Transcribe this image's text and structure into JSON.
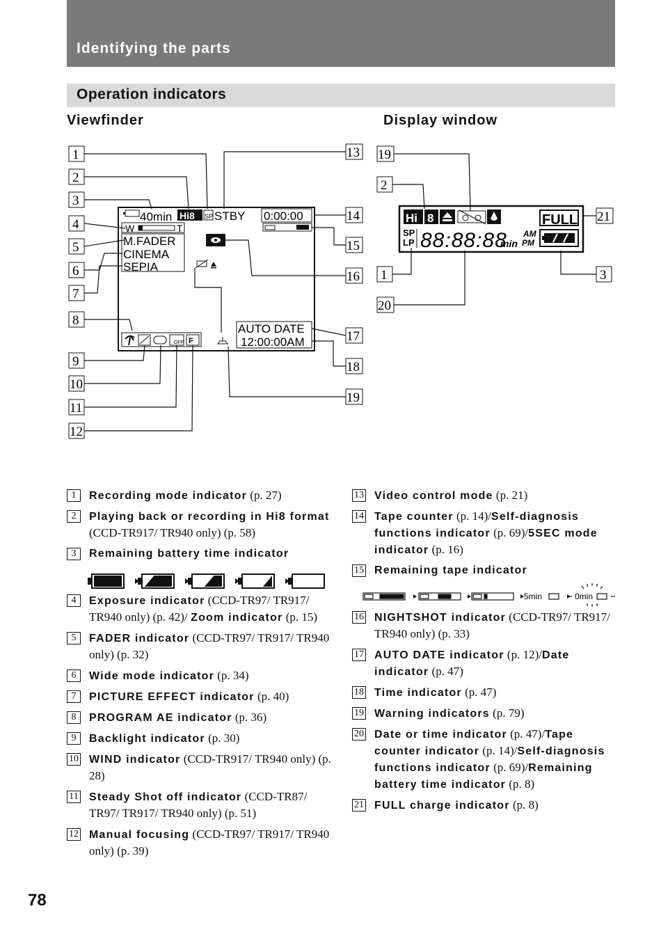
{
  "header": {
    "title": "Identifying the parts"
  },
  "section": {
    "title": "Operation indicators"
  },
  "columns": {
    "viewfinder": "Viewfinder",
    "display_window": "Display window"
  },
  "viewfinder_screen": {
    "battery_time": "40min",
    "format": "Hi8",
    "sp": "SP",
    "standby": "STBY",
    "counter": "0:00:00",
    "zoom_w": "W",
    "zoom_t": "T",
    "fader": "M.FADER",
    "wide": "CINEMA",
    "effect": "SEPIA",
    "auto_date": "AUTO DATE",
    "time": "12:00:00AM"
  },
  "display_window_screen": {
    "format": "Hi",
    "format_num": "8",
    "sp": "SP",
    "lp": "LP",
    "digits": "88:88:88",
    "min": "min",
    "am": "AM",
    "pm": "PM",
    "full": "FULL"
  },
  "callouts": {
    "vf_left": [
      "1",
      "2",
      "3",
      "4",
      "5",
      "6",
      "7",
      "8",
      "9",
      "10",
      "11",
      "12"
    ],
    "vf_right": [
      "13",
      "14",
      "15",
      "16",
      "17",
      "18",
      "19"
    ],
    "dw": [
      "19",
      "2",
      "21",
      "1",
      "3",
      "20"
    ]
  },
  "tape_indicator": {
    "five_min": "5min",
    "zero_min": "0min"
  },
  "legend_left": [
    {
      "num": "1",
      "bold": "Recording mode indicator",
      "rest": " (p. 27)"
    },
    {
      "num": "2",
      "bold": "Playing back or recording in Hi8 format",
      "rest": " (CCD-TR917/ TR940 only) (p. 58)"
    },
    {
      "num": "3",
      "bold": "Remaining battery time indicator",
      "rest": ""
    },
    {
      "num": "4",
      "bold": "Exposure indicator",
      "rest": " (CCD-TR97/ TR917/ TR940 only) (p. 42)/",
      "bold2": "Zoom indicator",
      "rest2": " (p. 15)"
    },
    {
      "num": "5",
      "bold": "FADER indicator",
      "rest": " (CCD-TR97/ TR917/ TR940 only) (p. 32)"
    },
    {
      "num": "6",
      "bold": "Wide mode indicator",
      "rest": " (p. 34)"
    },
    {
      "num": "7",
      "bold": "PICTURE EFFECT indicator",
      "rest": " (p. 40)"
    },
    {
      "num": "8",
      "bold": "PROGRAM AE indicator",
      "rest": " (p. 36)"
    },
    {
      "num": "9",
      "bold": "Backlight indicator",
      "rest": " (p. 30)"
    },
    {
      "num": "10",
      "bold": "WIND indicator",
      "rest": " (CCD-TR917/ TR940 only) (p. 28)"
    },
    {
      "num": "11",
      "bold": "Steady Shot off indicator",
      "rest": " (CCD-TR87/ TR97/ TR917/ TR940 only) (p. 51)"
    },
    {
      "num": "12",
      "bold": "Manual focusing",
      "rest": " (CCD-TR97/ TR917/ TR940 only) (p. 39)"
    }
  ],
  "legend_right": [
    {
      "num": "13",
      "bold": "Video control mode",
      "rest": " (p. 21)"
    },
    {
      "num": "14",
      "bold": "Tape counter",
      "rest": " (p. 14)/",
      "bold2": "Self-diagnosis functions indicator",
      "rest2": " (p. 69)/",
      "bold3": "5SEC mode indicator",
      "rest3": " (p. 16)"
    },
    {
      "num": "15",
      "bold": "Remaining tape indicator",
      "rest": ""
    },
    {
      "num": "16",
      "bold": "NIGHTSHOT indicator",
      "rest": " (CCD-TR97/ TR917/ TR940 only) (p. 33)"
    },
    {
      "num": "17",
      "bold": "AUTO DATE indicator",
      "rest": " (p. 12)/",
      "bold2": "Date indicator",
      "rest2": " (p. 47)"
    },
    {
      "num": "18",
      "bold": "Time indicator",
      "rest": " (p. 47)"
    },
    {
      "num": "19",
      "bold": "Warning indicators",
      "rest": " (p. 79)"
    },
    {
      "num": "20",
      "bold": "Date or time indicator",
      "rest": " (p. 47)/",
      "bold2": "Tape counter indicator",
      "rest2": " (p. 14)/",
      "bold3": "Self-diagnosis functions indicator",
      "rest3": " (p. 69)/",
      "bold4": "Remaining battery time indicator",
      "rest4": " (p. 8)"
    },
    {
      "num": "21",
      "bold": "FULL charge indicator",
      "rest": " (p. 8)"
    }
  ],
  "page_number": "78"
}
